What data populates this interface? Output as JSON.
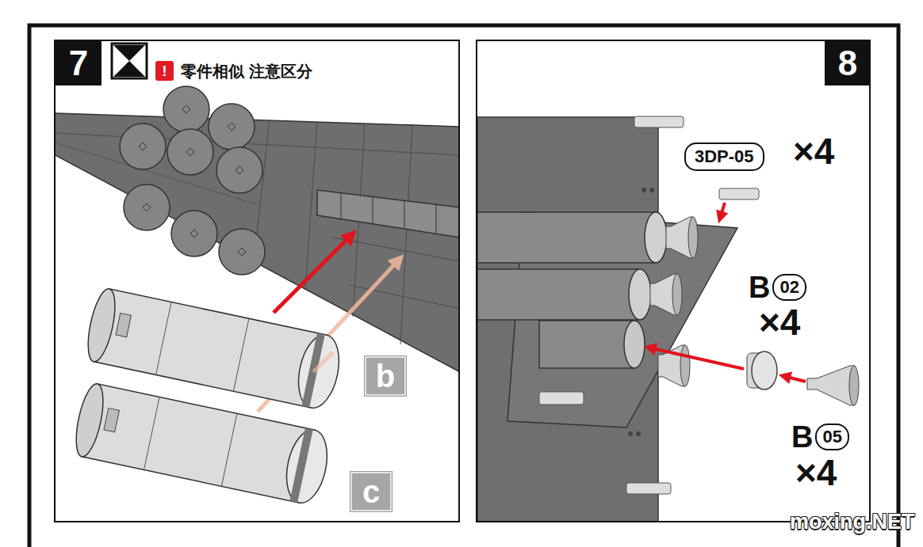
{
  "diagram": {
    "nodes": [
      {
        "text": [
          "7"
        ]
      },
      {
        "text": [
          "!"
        ]
      },
      {
        "text": [
          "b"
        ]
      },
      {
        "text": [
          "c"
        ]
      },
      {
        "text": [
          "8"
        ]
      },
      {
        "text": [
          "3DP-05"
        ]
      },
      {
        "text": [
          "B",
          "02"
        ]
      },
      {
        "text": [
          "B",
          "05"
        ]
      }
    ],
    "labels": [
      "零件相似 注意区分",
      "×4",
      "×4",
      "×4",
      "moxing.NET"
    ]
  }
}
